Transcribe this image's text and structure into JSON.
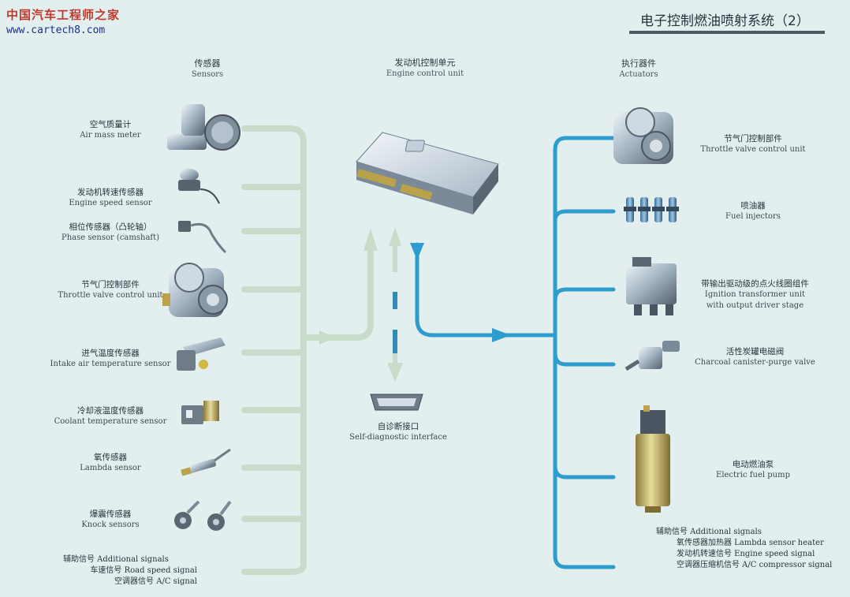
{
  "watermark": {
    "site_cn": "中国汽车工程师之家",
    "url": "www.cartech8.com"
  },
  "title": "电子控制燃油喷射系统（2）",
  "headers": {
    "sensors": {
      "cn": "传感器",
      "en": "Sensors"
    },
    "ecu": {
      "cn": "发动机控制单元",
      "en": "Engine control unit"
    },
    "actuators": {
      "cn": "执行器件",
      "en": "Actuators"
    }
  },
  "sensors": [
    {
      "cn": "空气质量计",
      "en": "Air mass meter",
      "icon": "air-mass-meter-icon"
    },
    {
      "cn": "发动机转速传感器",
      "en": "Engine speed sensor",
      "icon": "speed-sensor-icon"
    },
    {
      "cn": "相位传感器（凸轮轴）",
      "en": "Phase sensor (camshaft)",
      "icon": "phase-sensor-icon"
    },
    {
      "cn": "节气门控制部件",
      "en": "Throttle valve control unit",
      "icon": "throttle-valve-icon"
    },
    {
      "cn": "进气温度传感器",
      "en": "Intake air temperature sensor",
      "icon": "intake-temp-sensor-icon"
    },
    {
      "cn": "冷却液温度传感器",
      "en": "Coolant temperature sensor",
      "icon": "coolant-temp-sensor-icon"
    },
    {
      "cn": "氧传感器",
      "en": "Lambda sensor",
      "icon": "lambda-sensor-icon"
    },
    {
      "cn": "爆震传感器",
      "en": "Knock sensors",
      "icon": "knock-sensor-icon"
    }
  ],
  "sensor_additional": {
    "heading": "辅助信号  Additional signals",
    "items": [
      "车速信号  Road speed signal",
      "空调器信号  A/C signal"
    ]
  },
  "diag": {
    "cn": "自诊断接口",
    "en": "Self-diagnostic interface"
  },
  "actuators": [
    {
      "cn": "节气门控制部件",
      "en": "Throttle valve control unit",
      "icon": "throttle-valve-icon"
    },
    {
      "cn": "喷油器",
      "en": "Fuel injectors",
      "icon": "fuel-injector-icon"
    },
    {
      "cn": "带输出驱动级的点火线圈组件",
      "en": "Ignition transformer unit",
      "en2": "with output driver stage",
      "icon": "ignition-coil-icon"
    },
    {
      "cn": "活性炭罐电磁阀",
      "en": "Charcoal canister-purge valve",
      "icon": "purge-valve-icon"
    },
    {
      "cn": "电动燃油泵",
      "en": "Electric fuel pump",
      "icon": "fuel-pump-icon"
    }
  ],
  "actuator_additional": {
    "heading": "辅助信号  Additional signals",
    "items": [
      "氧传感器加热器  Lambda sensor heater",
      "发动机转速信号  Engine speed signal",
      "空调器压缩机信号  A/C compressor signal"
    ]
  },
  "colors": {
    "sensor_line": "#c9dcc9",
    "actuator_line": "#2e9ccc",
    "diag_line": "#2d8cb8",
    "background": "#e3efee"
  }
}
